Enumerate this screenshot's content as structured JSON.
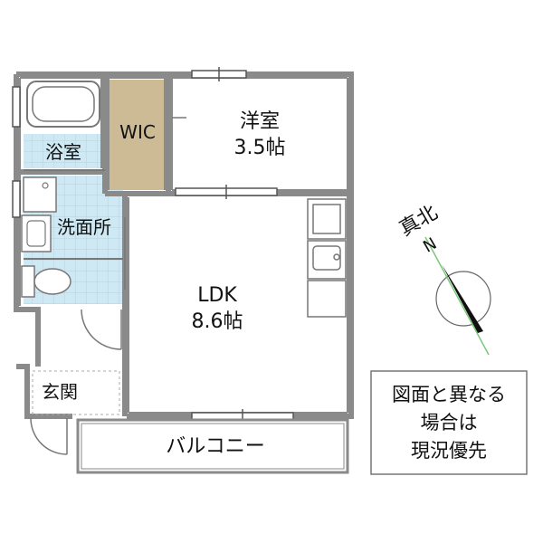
{
  "rooms": {
    "bath": "浴室",
    "wic": "WIC",
    "western_room": "洋室",
    "western_size": "3.5帖",
    "washroom": "洗面所",
    "ldk": "LDK",
    "ldk_size": "8.6帖",
    "entrance": "玄関",
    "balcony": "バルコニー"
  },
  "compass": {
    "label": "真北",
    "north_letter": "N"
  },
  "notice": {
    "line1": "図面と異なる",
    "line2": "場合は",
    "line3": "現況優先"
  },
  "colors": {
    "wall": "#8a8a8a",
    "wic_floor": "#cdbb95",
    "wet_tile": "#cfe9f4",
    "tile_grid": "#a9cfe2",
    "compass_line": "#7ac97a"
  }
}
